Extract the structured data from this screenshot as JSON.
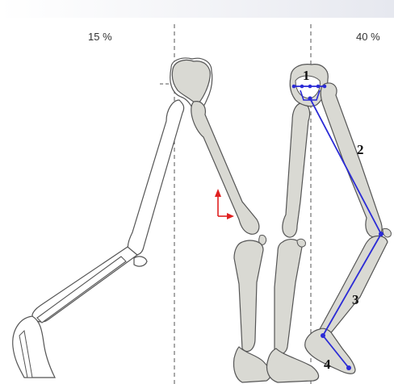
{
  "phase_labels": {
    "left": "15 %",
    "right": "40 %"
  },
  "segment_labels": {
    "s1": "1",
    "s2": "2",
    "s3": "3",
    "s4": "4"
  },
  "colors": {
    "bone_fill": "#d9d9d3",
    "bone_outline": "#555555",
    "outline_only_fill": "#ffffff",
    "model_line": "#2b2bd6",
    "axis_red": "#e02020",
    "guide_dash": "#555555"
  }
}
